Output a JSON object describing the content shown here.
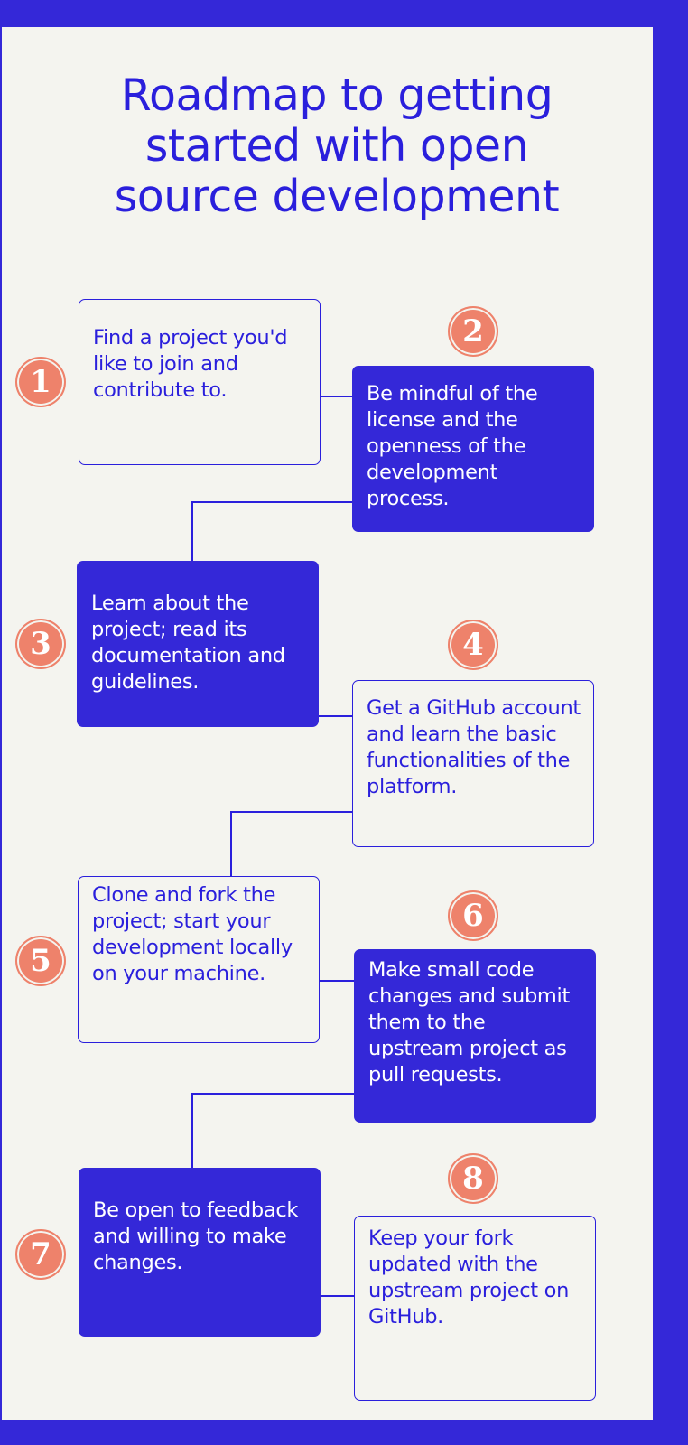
{
  "title": [
    "Roadmap to getting",
    "started with open",
    "source development"
  ],
  "steps": [
    {
      "number": "1",
      "text": "Find a project you'd like to join and contribute to."
    },
    {
      "number": "2",
      "text": "Be mindful of the license and the openness of the development process."
    },
    {
      "number": "3",
      "text": "Learn about the project; read its documentation and guidelines."
    },
    {
      "number": "4",
      "text": "Get a GitHub account and learn the basic functionalities of the platform."
    },
    {
      "number": "5",
      "text": "Clone and fork the project; start your development locally on your machine."
    },
    {
      "number": "6",
      "text": "Make small code changes and submit them to the upstream project as pull requests."
    },
    {
      "number": "7",
      "text": "Be open to feedback and willing to make changes."
    },
    {
      "number": "8",
      "text": "Keep your fork updated with the upstream project on GitHub."
    }
  ],
  "colors": {
    "frame": "#3428d8",
    "background": "#f4f4ef",
    "text": "#2a1fdc",
    "badge": "#ee826b"
  }
}
